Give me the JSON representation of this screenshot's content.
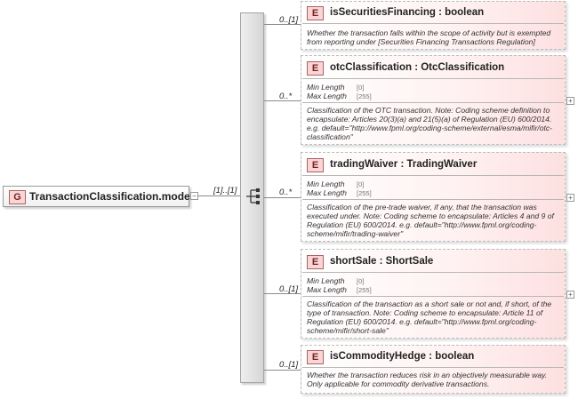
{
  "group": {
    "badge": "G",
    "name": "TransactionClassification.model",
    "multiplicity": "[1]..[1]",
    "collapse_symbol": "−"
  },
  "elements": [
    {
      "badge": "E",
      "title": "isSecuritiesFinancing : boolean",
      "multiplicity": "0..[1]",
      "doc": "Whether the transaction falls within the scope of activity but is exempted from reporting under [Securities Financing Transactions Regulation]"
    },
    {
      "badge": "E",
      "title": "otcClassification : OtcClassification",
      "multiplicity": "0..*",
      "facets": [
        {
          "key": "Min Length",
          "value": "[0]"
        },
        {
          "key": "Max Length",
          "value": "[255]"
        }
      ],
      "doc": "Classification of the OTC transaction. Note: Coding scheme definition to encapsulate: Articles 20(3)(a) and 21(5)(a) of Regulation (EU) 600/2014. e.g. default=\"http://www.fpml.org/coding-scheme/external/esma/mifir/otc-classification\"",
      "expand_symbol": "+"
    },
    {
      "badge": "E",
      "title": "tradingWaiver : TradingWaiver",
      "multiplicity": "0..*",
      "facets": [
        {
          "key": "Min Length",
          "value": "[0]"
        },
        {
          "key": "Max Length",
          "value": "[255]"
        }
      ],
      "doc": "Classification of the pre-trade waiver, if any, that the transaction was executed under. Note: Coding scheme to encapsulate: Articles 4 and 9 of Regulation (EU) 600/2014. e.g. default=\"http://www.fpml.org/coding-scheme/mifir/trading-waiver\"",
      "expand_symbol": "+"
    },
    {
      "badge": "E",
      "title": "shortSale : ShortSale",
      "multiplicity": "0..[1]",
      "facets": [
        {
          "key": "Min Length",
          "value": "[0]"
        },
        {
          "key": "Max Length",
          "value": "[255]"
        }
      ],
      "doc": "Classification of the transaction as a short sale or not and, if short, of the type of transaction. Note: Coding scheme to encapsulate: Article 11 of Regulation (EU) 600/2014. e.g. default=\"http://www.fpml.org/coding-scheme/mifir/short-sale\"",
      "expand_symbol": "+"
    },
    {
      "badge": "E",
      "title": "isCommodityHedge : boolean",
      "multiplicity": "0..[1]",
      "doc": "Whether the transaction reduces risk in an objectively measurable way. Only applicable for commodity derivative transactions."
    }
  ],
  "colors": {
    "badge_fill": "#f9d6d6",
    "badge_border": "#b06060",
    "card_tint": "#fde0e0",
    "connector": "#8a8a8a"
  },
  "icons": [
    "sequence-compositor-icon"
  ]
}
